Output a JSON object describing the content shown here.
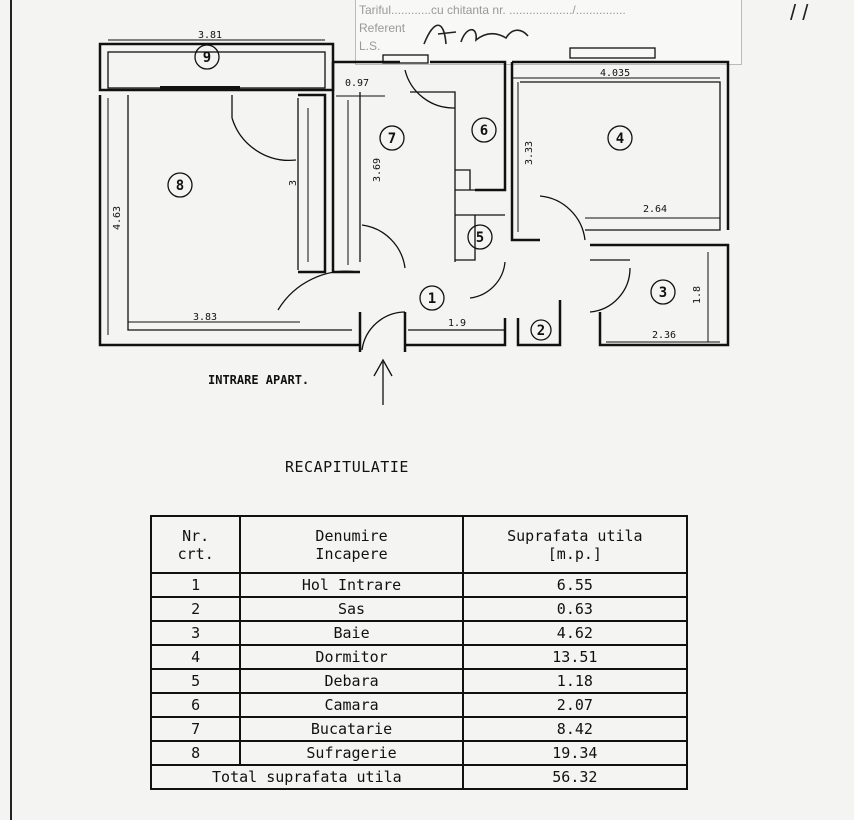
{
  "stamp": {
    "line1": "Tariful............cu chitanta nr. .................../...............",
    "line2": "Referent",
    "line3": "L.S."
  },
  "plan": {
    "entry_label": "INTRARE APART.",
    "dimensions": {
      "d381": "3.81",
      "d097": "0.97",
      "d4035": "4.035",
      "d369": "3.69",
      "d3": "3",
      "d333": "3.33",
      "d463": "4.63",
      "d264": "2.64",
      "d383": "3.83",
      "d19": "1.9",
      "d18": "1.8",
      "d236": "2.36"
    },
    "rooms": [
      "1",
      "2",
      "3",
      "4",
      "5",
      "6",
      "7",
      "8",
      "9"
    ]
  },
  "summary": {
    "title": "RECAPITULATIE",
    "headers": {
      "nr_line1": "Nr.",
      "nr_line2": "crt.",
      "name_line1": "Denumire",
      "name_line2": "Incapere",
      "area_line1": "Suprafata utila",
      "area_line2": "[m.p.]"
    },
    "rows": [
      {
        "nr": "1",
        "name": "Hol Intrare",
        "area": "6.55"
      },
      {
        "nr": "2",
        "name": "Sas",
        "area": "0.63"
      },
      {
        "nr": "3",
        "name": "Baie",
        "area": "4.62"
      },
      {
        "nr": "4",
        "name": "Dormitor",
        "area": "13.51"
      },
      {
        "nr": "5",
        "name": "Debara",
        "area": "1.18"
      },
      {
        "nr": "6",
        "name": "Camara",
        "area": "2.07"
      },
      {
        "nr": "7",
        "name": "Bucatarie",
        "area": "8.42"
      },
      {
        "nr": "8",
        "name": "Sufragerie",
        "area": "19.34"
      }
    ],
    "total_label": "Total suprafata utila",
    "total_value": "56.32"
  },
  "colors": {
    "ink": "#111111",
    "paper": "#f4f4f2",
    "stamp_text": "#999999"
  }
}
